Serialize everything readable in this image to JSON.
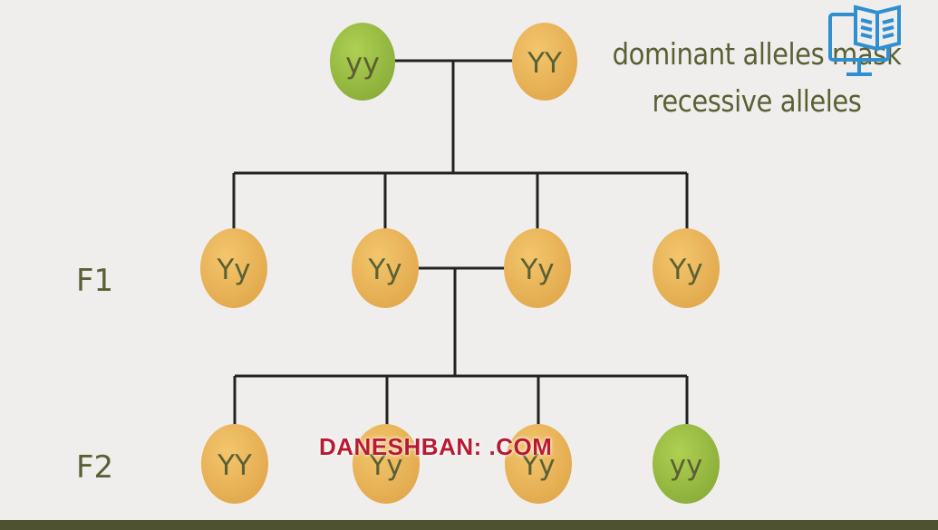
{
  "caption": {
    "line1": "dominant alleles mask",
    "line2": "recessive alleles"
  },
  "generation_labels": {
    "f1": "F1",
    "f2": "F2"
  },
  "nodes": {
    "parent_left": {
      "label": "yy",
      "color": "green"
    },
    "parent_right": {
      "label": "YY",
      "color": "yellow"
    },
    "f1": [
      {
        "label": "Yy",
        "color": "yellow"
      },
      {
        "label": "Yy",
        "color": "yellow"
      },
      {
        "label": "Yy",
        "color": "yellow"
      },
      {
        "label": "Yy",
        "color": "yellow"
      }
    ],
    "f2": [
      {
        "label": "YY",
        "color": "yellow"
      },
      {
        "label": "Yy",
        "color": "yellow"
      },
      {
        "label": "Yy",
        "color": "yellow"
      },
      {
        "label": "yy",
        "color": "green"
      }
    ]
  },
  "watermark": "DANESHBAN: .COM",
  "colors": {
    "yellow": "#eab45a",
    "green": "#9cbf45",
    "line": "#222222",
    "text": "#5b6034",
    "background": "#efeeec",
    "logo": "#2f8fd0"
  },
  "icons": {
    "logo": "book-monitor-icon"
  }
}
